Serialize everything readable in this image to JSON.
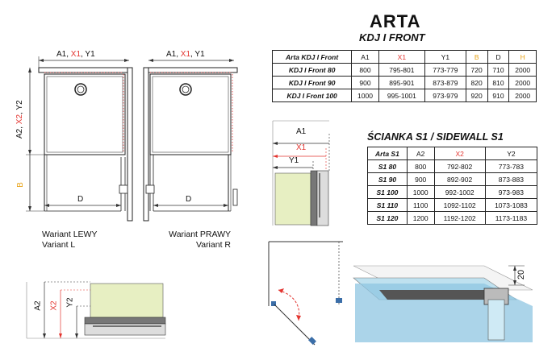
{
  "header": {
    "title": "ARTA",
    "subtitle": "KDJ I FRONT"
  },
  "kdj_table": {
    "columns": [
      "Arta KDJ I Front",
      "A1",
      "X1",
      "Y1",
      "B",
      "D",
      "H"
    ],
    "column_colors": [
      "#111111",
      "#111111",
      "#e3342f",
      "#111111",
      "#e8a317",
      "#111111",
      "#e8a317"
    ],
    "rows": [
      [
        "KDJ I Front 80",
        "800",
        "795-801",
        "773-779",
        "720",
        "710",
        "2000"
      ],
      [
        "KDJ I Front 90",
        "900",
        "895-901",
        "873-879",
        "820",
        "810",
        "2000"
      ],
      [
        "KDJ I Front 100",
        "1000",
        "995-1001",
        "973-979",
        "920",
        "910",
        "2000"
      ]
    ]
  },
  "sidewall": {
    "title": "ŚCIANKA S1 / SIDEWALL S1",
    "columns": [
      "Arta S1",
      "A2",
      "X2",
      "Y2"
    ],
    "column_colors": [
      "#111111",
      "#111111",
      "#e3342f",
      "#111111"
    ],
    "rows": [
      [
        "S1 80",
        "800",
        "792-802",
        "773-783"
      ],
      [
        "S1 90",
        "900",
        "892-902",
        "873-883"
      ],
      [
        "S1 100",
        "1000",
        "992-1002",
        "973-983"
      ],
      [
        "S1 110",
        "1100",
        "1092-1102",
        "1073-1083"
      ],
      [
        "S1 120",
        "1200",
        "1192-1202",
        "1173-1183"
      ]
    ]
  },
  "plan_left": {
    "dim_top": {
      "a": "A1, ",
      "x": "X1",
      "y": ", Y1"
    },
    "dim_side": {
      "a": "A2, ",
      "x": "X2",
      "y": ", Y2"
    },
    "b": "B",
    "d": "D",
    "variant_line1": "Wariant LEWY",
    "variant_line2": "Variant L"
  },
  "plan_right": {
    "dim_top": {
      "a": "A1, ",
      "x": "X1",
      "y": ", Y1"
    },
    "d": "D",
    "variant_line1": "Wariant PRAWY",
    "variant_line2": "Variant R"
  },
  "detail_top": {
    "a1": "A1",
    "x1": "X1",
    "y1": "Y1"
  },
  "detail_bottom": {
    "a2": "A2",
    "x2": "X2",
    "y2": "Y2"
  },
  "detail_3d": {
    "dim": "20"
  },
  "colors": {
    "accent_red": "#e3342f",
    "accent_orange": "#e8a317",
    "glass": "#e7efc2"
  }
}
